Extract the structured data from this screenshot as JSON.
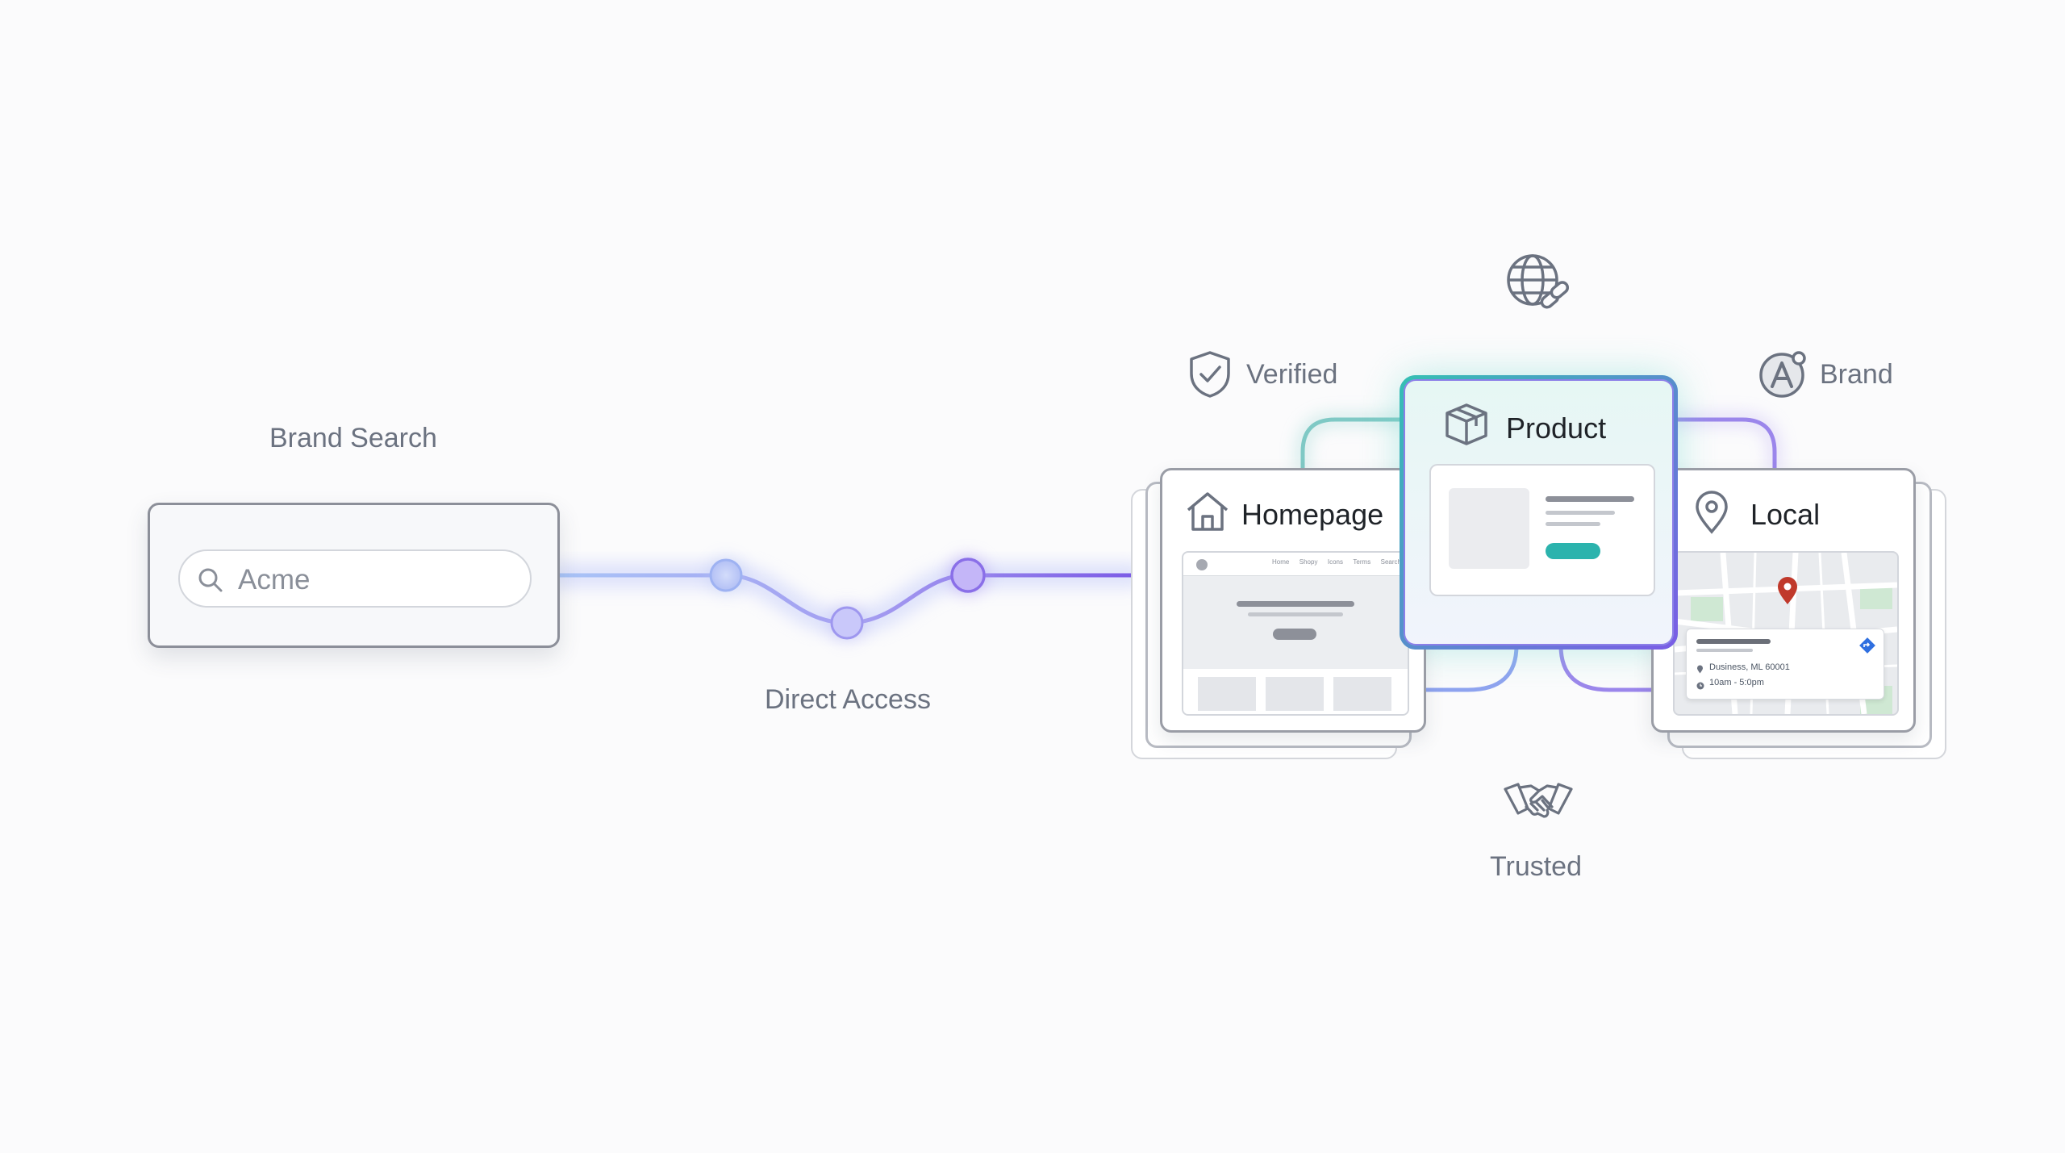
{
  "search": {
    "title": "Brand Search",
    "value": "Acme"
  },
  "connector": {
    "label": "Direct Access"
  },
  "badges": {
    "verified": "Verified",
    "brand": "Brand",
    "trusted": "Trusted"
  },
  "cards": {
    "homepage": {
      "title": "Homepage",
      "nav": [
        "Home",
        "Shopy",
        "Icons",
        "Terms",
        "Search"
      ]
    },
    "product": {
      "title": "Product"
    },
    "local": {
      "title": "Local",
      "address": "Dusiness, ML 60001",
      "hours": "10am - 5:0pm"
    }
  },
  "colors": {
    "accent_teal": "#2bb3ad",
    "accent_purple": "#7c5ce6",
    "accent_blue": "#8fb3f5",
    "map_pin": "#c0392b",
    "directions": "#2f6fe0"
  }
}
